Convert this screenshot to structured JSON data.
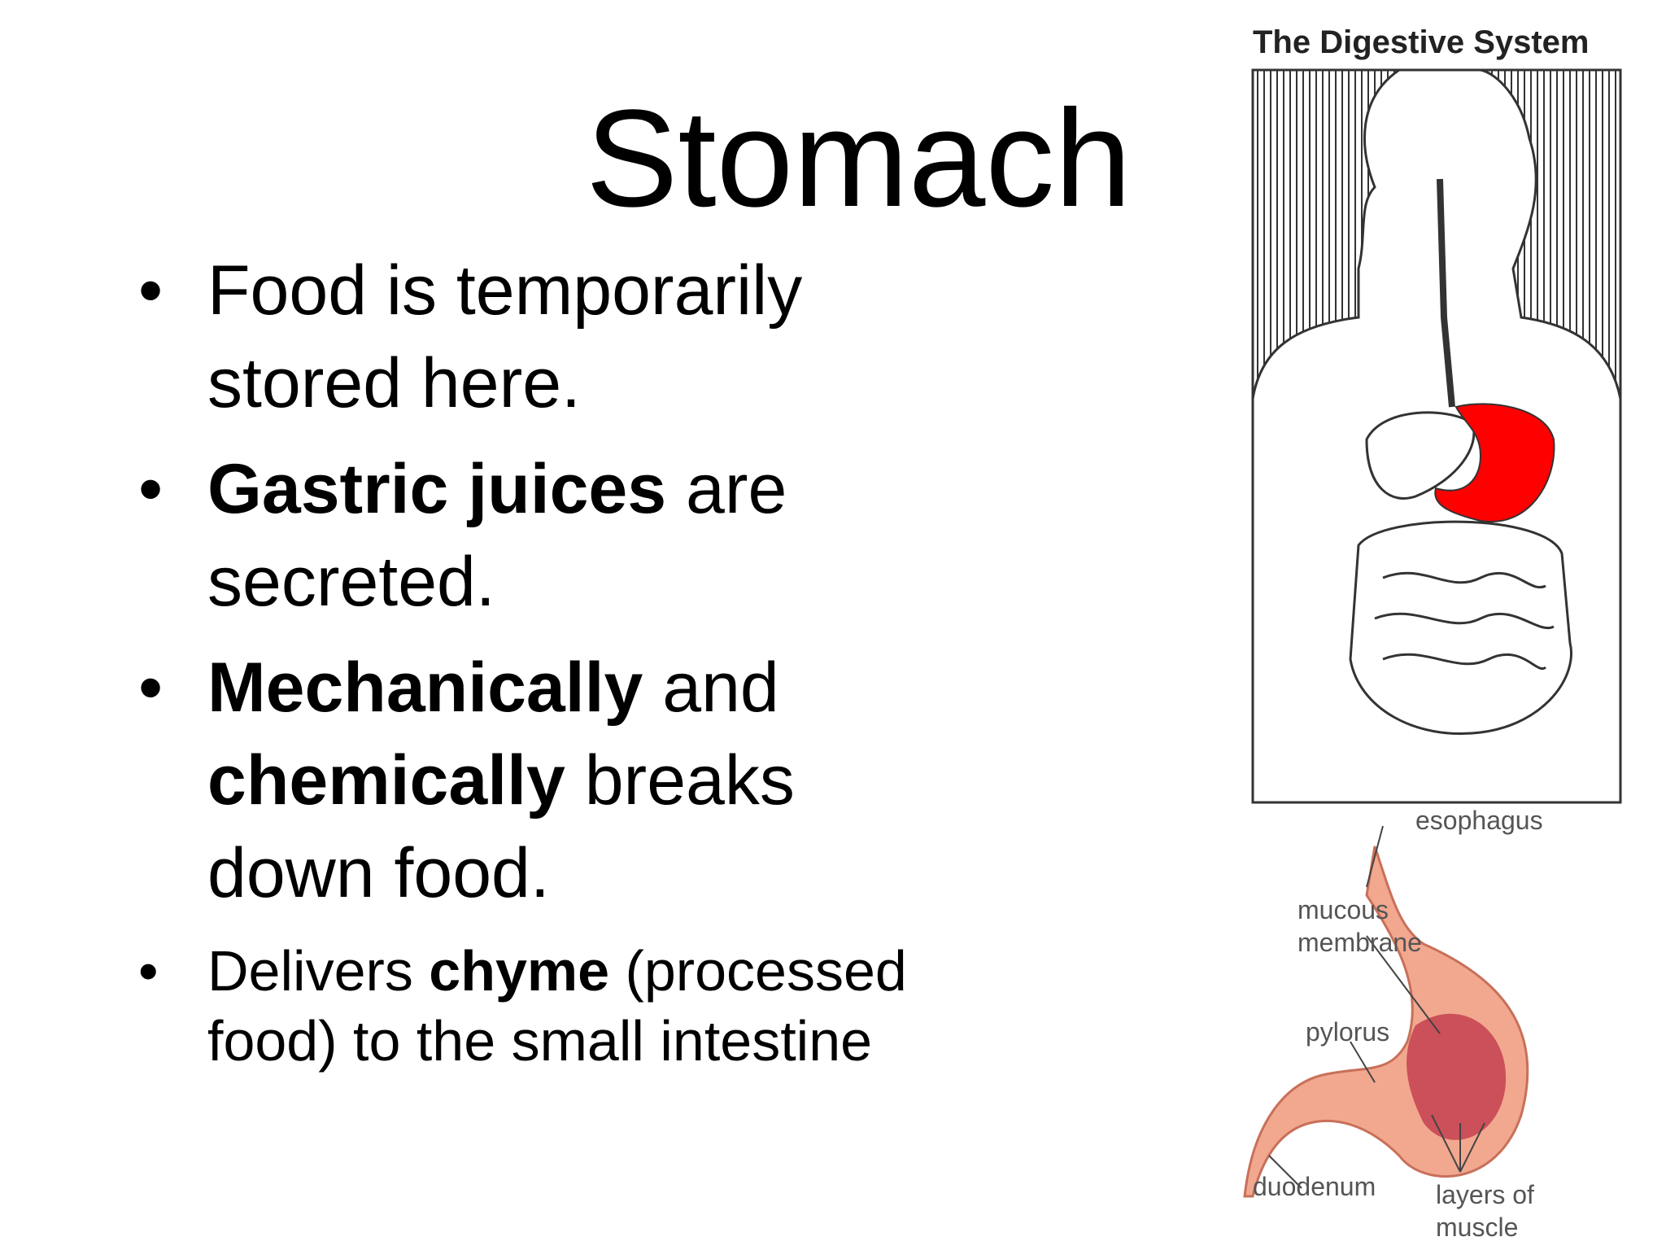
{
  "slide": {
    "title": "Stomach",
    "bullets": [
      {
        "parts": [
          {
            "text": "Food is temporarily stored here.",
            "bold": false
          }
        ]
      },
      {
        "parts": [
          {
            "text": "Gastric juices",
            "bold": true
          },
          {
            "text": " are secreted.",
            "bold": false
          }
        ]
      },
      {
        "parts": [
          {
            "text": "Mechanically",
            "bold": true
          },
          {
            "text": " and ",
            "bold": false
          },
          {
            "text": "chemically",
            "bold": true
          },
          {
            "text": " breaks down food.",
            "bold": false
          }
        ]
      },
      {
        "parts": [
          {
            "text": "Delivers ",
            "bold": false
          },
          {
            "text": "chyme",
            "bold": true
          },
          {
            "text": " (processed food) to the small intestine",
            "bold": false
          }
        ]
      }
    ]
  },
  "figure_top": {
    "title": "The Digestive System",
    "highlight_color": "#ff0000"
  },
  "figure_bottom": {
    "labels": {
      "esophagus": "esophagus",
      "mucous": "mucous",
      "membrane": "membrane",
      "pylorus": "pylorus",
      "duodenum": "duodenum",
      "layers": "layers of",
      "muscle": "muscle"
    }
  }
}
